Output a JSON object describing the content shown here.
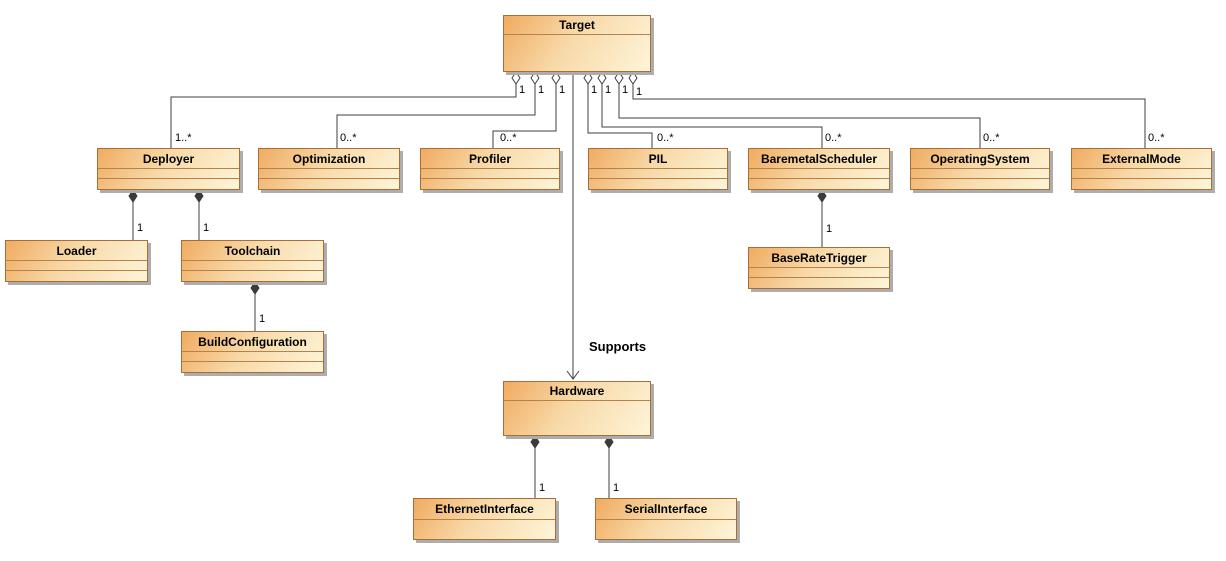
{
  "diagram": {
    "type": "uml-class-diagram",
    "background": "#ffffff"
  },
  "classes": [
    {
      "id": "target",
      "name": "Target"
    },
    {
      "id": "deployer",
      "name": "Deployer"
    },
    {
      "id": "optimization",
      "name": "Optimization"
    },
    {
      "id": "profiler",
      "name": "Profiler"
    },
    {
      "id": "pil",
      "name": "PIL"
    },
    {
      "id": "baremetal-scheduler",
      "name": "BaremetalScheduler"
    },
    {
      "id": "operating-system",
      "name": "OperatingSystem"
    },
    {
      "id": "external-mode",
      "name": "ExternalMode"
    },
    {
      "id": "loader",
      "name": "Loader"
    },
    {
      "id": "toolchain",
      "name": "Toolchain"
    },
    {
      "id": "build-configuration",
      "name": "BuildConfiguration"
    },
    {
      "id": "base-rate-trigger",
      "name": "BaseRateTrigger"
    },
    {
      "id": "hardware",
      "name": "Hardware"
    },
    {
      "id": "ethernet-interface",
      "name": "EthernetInterface"
    },
    {
      "id": "serial-interface",
      "name": "SerialInterface"
    }
  ],
  "relationships": [
    {
      "from": "Target",
      "to": "Deployer",
      "type": "aggregation",
      "source_multiplicity": "1",
      "target_multiplicity": "1..*"
    },
    {
      "from": "Target",
      "to": "Optimization",
      "type": "aggregation",
      "source_multiplicity": "1",
      "target_multiplicity": "0..*"
    },
    {
      "from": "Target",
      "to": "Profiler",
      "type": "aggregation",
      "source_multiplicity": "1",
      "target_multiplicity": "0..*"
    },
    {
      "from": "Target",
      "to": "PIL",
      "type": "aggregation",
      "source_multiplicity": "1",
      "target_multiplicity": "0..*"
    },
    {
      "from": "Target",
      "to": "BaremetalScheduler",
      "type": "aggregation",
      "source_multiplicity": "1",
      "target_multiplicity": "0..*"
    },
    {
      "from": "Target",
      "to": "OperatingSystem",
      "type": "aggregation",
      "source_multiplicity": "1",
      "target_multiplicity": "0..*"
    },
    {
      "from": "Target",
      "to": "ExternalMode",
      "type": "aggregation",
      "source_multiplicity": "1",
      "target_multiplicity": "0..*"
    },
    {
      "from": "Target",
      "to": "Hardware",
      "type": "directed-association",
      "name": "Supports"
    },
    {
      "from": "Deployer",
      "to": "Loader",
      "type": "composition",
      "target_multiplicity": "1"
    },
    {
      "from": "Deployer",
      "to": "Toolchain",
      "type": "composition",
      "target_multiplicity": "1"
    },
    {
      "from": "Toolchain",
      "to": "BuildConfiguration",
      "type": "composition",
      "target_multiplicity": "1"
    },
    {
      "from": "BaremetalScheduler",
      "to": "BaseRateTrigger",
      "type": "composition",
      "target_multiplicity": "1"
    },
    {
      "from": "Hardware",
      "to": "EthernetInterface",
      "type": "composition",
      "target_multiplicity": "1"
    },
    {
      "from": "Hardware",
      "to": "SerialInterface",
      "type": "composition",
      "target_multiplicity": "1"
    }
  ],
  "colors": {
    "box_gradient_start": "#f0ab61",
    "box_gradient_end": "#fdf5d9",
    "box_border": "#a76f35",
    "compartment_divider": "#b5824b",
    "shadow": "#adadad",
    "edge_line": "#3f3f3f",
    "text": "#000000"
  }
}
